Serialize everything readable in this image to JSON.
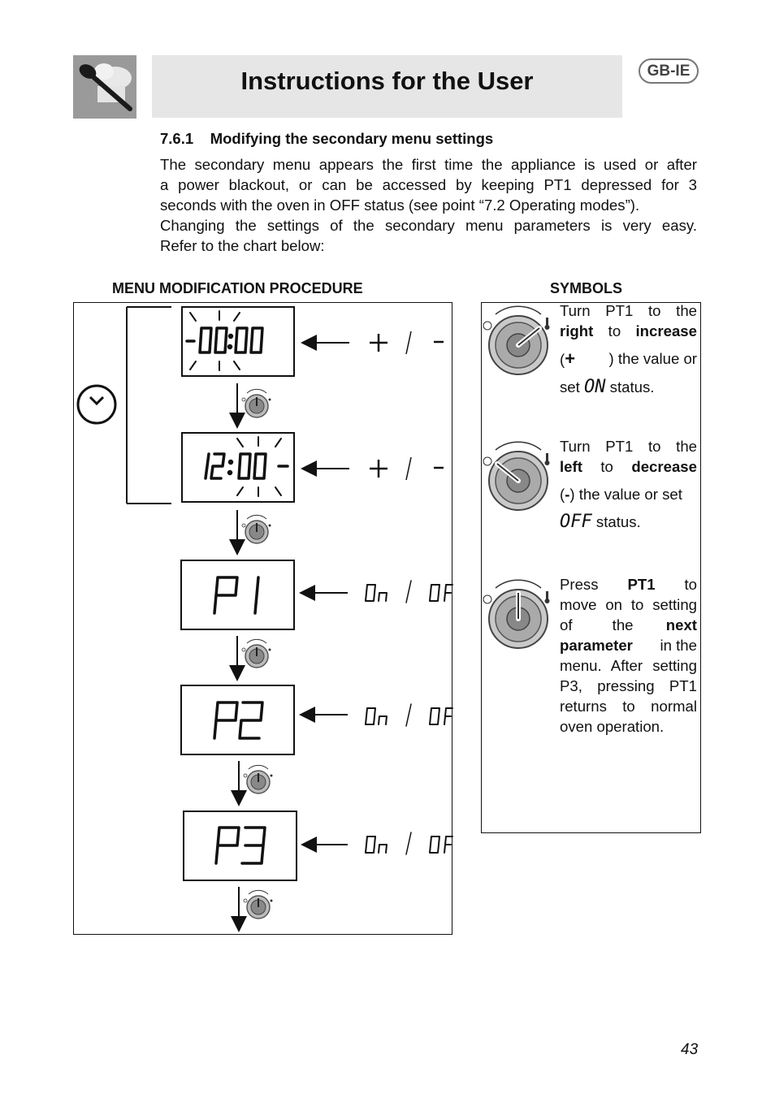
{
  "header": {
    "title": "Instructions for the User",
    "region_badge": "GB-IE",
    "logo_icon": "spoon-chef-hat-icon"
  },
  "section": {
    "title": "7.6.1    Modifying the secondary menu settings",
    "intro_line1": "The secondary menu appears the first time the appliance is used or after",
    "intro_line2": "a power blackout, or can be accessed by keeping PT1 depressed for 3",
    "intro_line3": "seconds with the oven in OFF status (see point “7.2 Operating modes”).",
    "intro_line4": "Changing the settings of the secondary menu parameters is very easy.",
    "intro_line5": "Refer to the chart below:"
  },
  "procedure": {
    "heading": "MENU MODIFICATION PROCEDURE",
    "steps": [
      {
        "display": "-00:00",
        "options_a": "+",
        "options_b": "-"
      },
      {
        "display": "12:00-",
        "options_a": "+",
        "options_b": "-"
      },
      {
        "display": "P1",
        "options_a": "On",
        "options_b": "OF"
      },
      {
        "display": "P2",
        "options_a": "On",
        "options_b": "OF"
      },
      {
        "display": "P3",
        "options_a": "On",
        "options_b": "OF"
      }
    ]
  },
  "symbols": {
    "heading": "SYMBOLS",
    "turn_right": {
      "w1": "Turn PT1 to the",
      "w2a": "right",
      "w2b": "to",
      "w2c": "increase",
      "w3": ") the value or",
      "w4a": "set",
      "w4b": "status.",
      "status_glyph": "ON"
    },
    "turn_left": {
      "w1": "Turn PT1 to the",
      "w2a": "left",
      "w2b": "to",
      "w2c": "decrease",
      "w3": ") the value or set",
      "w4": "status.",
      "status_glyph": "OFF"
    },
    "press": {
      "l1a": "Press",
      "l1b": "PT1",
      "l1c": "to",
      "l2": "move on to setting",
      "l3a": "of the",
      "l3b": "next",
      "l4a": "parameter",
      "l4b": "in the",
      "l5": "menu. After setting",
      "l6": "P3, pressing PT1",
      "l7": "returns to normal",
      "l8": "oven operation."
    }
  },
  "page_number": "43"
}
